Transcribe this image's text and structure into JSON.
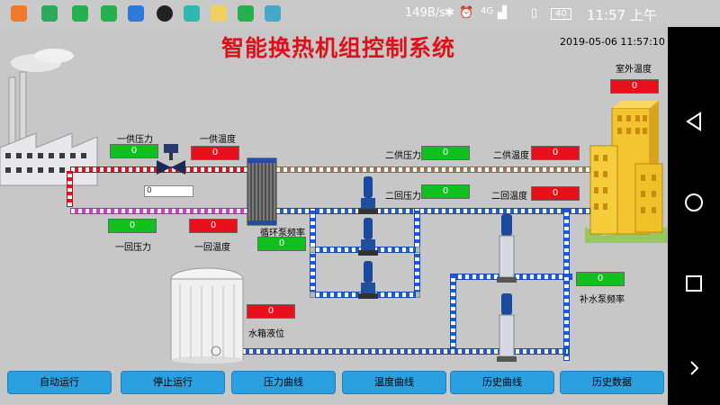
{
  "statusbar": {
    "speed": "149B/s",
    "network": "4G",
    "battery": "40",
    "time": "11:57 上午"
  },
  "title": "智能换热机组控制系统",
  "datetime": "2019-05-06 11:57:10",
  "outdoor": {
    "label": "室外温度",
    "value": "0"
  },
  "primary": {
    "supply_pressure": {
      "label": "一供压力",
      "value": "0"
    },
    "supply_temp": {
      "label": "一供温度",
      "value": "0"
    },
    "return_pressure": {
      "label": "一回压力",
      "value": "0"
    },
    "return_temp": {
      "label": "一回温度",
      "value": "0"
    },
    "valve_input": "0"
  },
  "secondary": {
    "supply_pressure": {
      "label": "二供压力",
      "value": "0"
    },
    "supply_temp": {
      "label": "二供温度",
      "value": "0"
    },
    "return_pressure": {
      "label": "二回压力",
      "value": "0"
    },
    "return_temp": {
      "label": "二回温度",
      "value": "0"
    }
  },
  "circ_pump": {
    "label": "循环泵频率",
    "value": "0"
  },
  "makeup_pump": {
    "label": "补水泵频率",
    "value": "0"
  },
  "tank": {
    "label": "水箱液位",
    "value": "0"
  },
  "buttons": [
    "自动运行",
    "停止运行",
    "压力曲线",
    "温度曲线",
    "历史曲线",
    "历史数据"
  ],
  "colors": {
    "ok": "#10c01c",
    "alarm": "#e8101a",
    "title": "#e0101a",
    "button": "#2aa0e0"
  }
}
